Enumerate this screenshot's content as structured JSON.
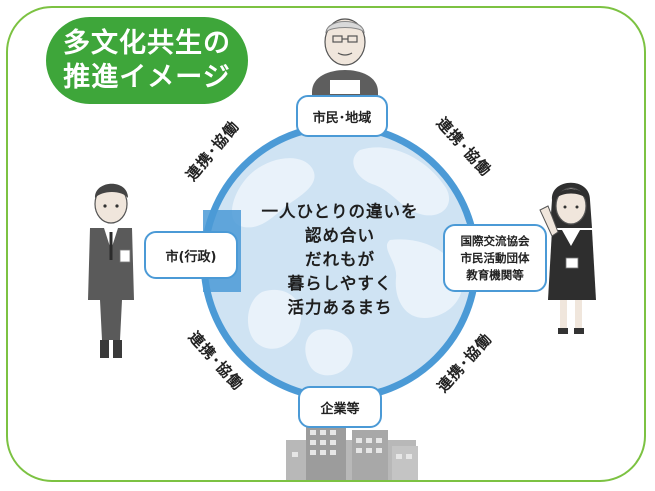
{
  "title": {
    "line1": "多文化共生の",
    "line2": "推進イメージ"
  },
  "center": {
    "lines": [
      "一人ひとりの違いを",
      "認め合い",
      "だれもが",
      "暮らしやすく",
      "活力あるまち"
    ]
  },
  "nodes": {
    "top": "市民･地域",
    "left": "市(行政)",
    "right": [
      "国際交流協会",
      "市民活動団体",
      "教育機関等"
    ],
    "bottom": "企業等"
  },
  "links": {
    "top_left": "連携･協働",
    "top_right": "連携･協働",
    "bottom_left": "連携･協働",
    "bottom_right": "連携･協働"
  },
  "colors": {
    "frame": "#7cc242",
    "badge": "#3ea63a",
    "globe_ring": "#4b9ad6",
    "globe_fill": "#cfe3f3",
    "land": "#e9f2fa"
  },
  "icons": [
    "elderly-man-icon",
    "businessman-icon",
    "woman-icon",
    "buildings-icon"
  ]
}
